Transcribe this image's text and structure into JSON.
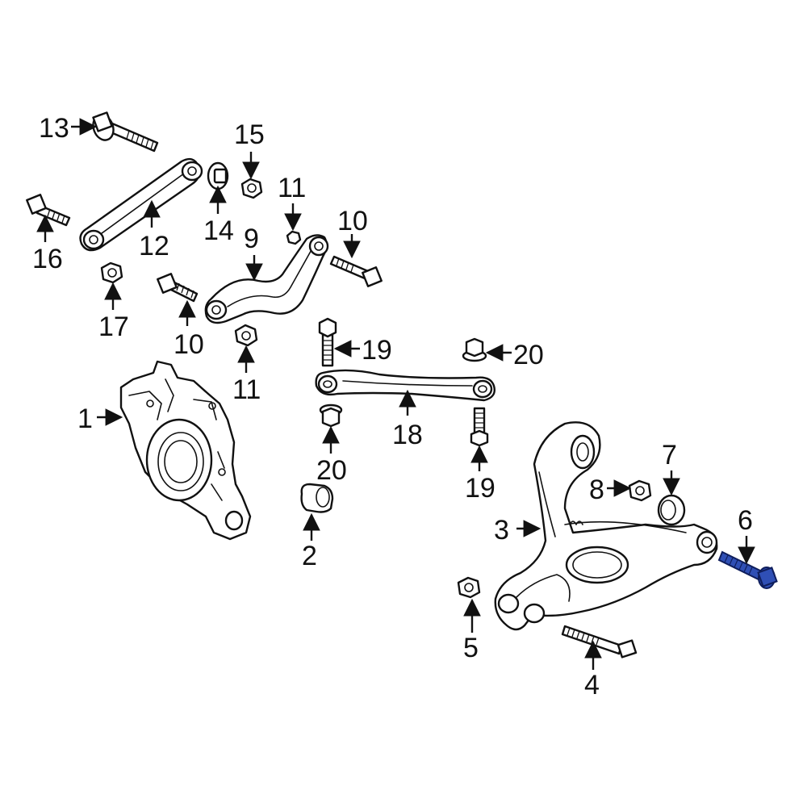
{
  "colors": {
    "line": "#111111",
    "background": "#ffffff",
    "highlight": "#2f4fb5"
  },
  "callouts": {
    "c1": "1",
    "c2": "2",
    "c3": "3",
    "c4": "4",
    "c5": "5",
    "c6": "6",
    "c7": "7",
    "c8": "8",
    "c9": "9",
    "c10a": "10",
    "c10b": "10",
    "c11a": "11",
    "c11b": "11",
    "c12": "12",
    "c13": "13",
    "c14": "14",
    "c15": "15",
    "c16": "16",
    "c17": "17",
    "c18": "18",
    "c19a": "19",
    "c19b": "19",
    "c20a": "20",
    "c20b": "20"
  },
  "highlighted_part": "6"
}
